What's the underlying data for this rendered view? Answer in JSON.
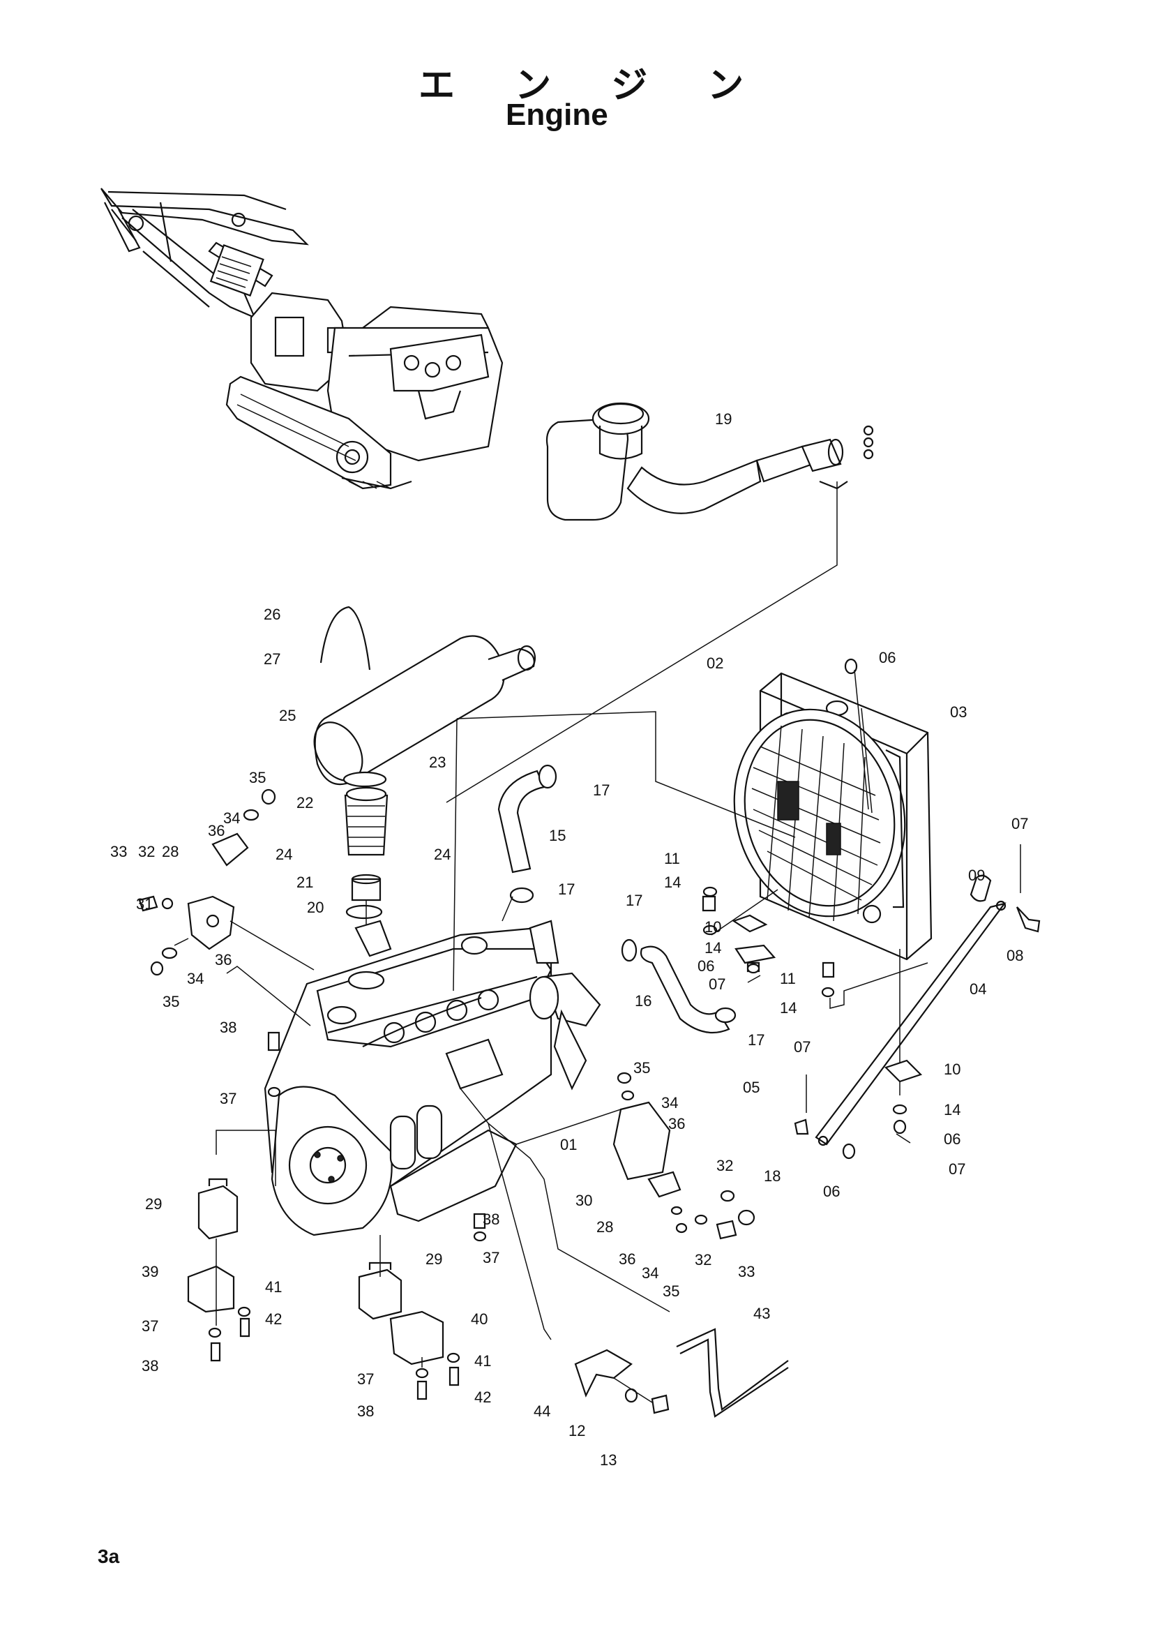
{
  "header": {
    "title_jp": "エ ン ジ ン",
    "title_en": "Engine"
  },
  "footer": {
    "page_number": "3a"
  },
  "callouts": [
    {
      "id": "c19a",
      "text": "19"
    },
    {
      "id": "c26",
      "text": "26"
    },
    {
      "id": "c27",
      "text": "27"
    },
    {
      "id": "c25",
      "text": "25"
    },
    {
      "id": "c23",
      "text": "23"
    },
    {
      "id": "c35a",
      "text": "35"
    },
    {
      "id": "c22",
      "text": "22"
    },
    {
      "id": "c34a",
      "text": "34"
    },
    {
      "id": "c36a",
      "text": "36"
    },
    {
      "id": "c24a",
      "text": "24"
    },
    {
      "id": "c24b",
      "text": "24"
    },
    {
      "id": "c33a",
      "text": "33"
    },
    {
      "id": "c32a",
      "text": "32"
    },
    {
      "id": "c28a",
      "text": "28"
    },
    {
      "id": "c21",
      "text": "21"
    },
    {
      "id": "c31",
      "text": "31"
    },
    {
      "id": "c20",
      "text": "20"
    },
    {
      "id": "c36b",
      "text": "36"
    },
    {
      "id": "c34b",
      "text": "34"
    },
    {
      "id": "c35b",
      "text": "35"
    },
    {
      "id": "c17a",
      "text": "17"
    },
    {
      "id": "c15",
      "text": "15"
    },
    {
      "id": "c17b",
      "text": "17"
    },
    {
      "id": "c02",
      "text": "02"
    },
    {
      "id": "c06a",
      "text": "06"
    },
    {
      "id": "c03",
      "text": "03"
    },
    {
      "id": "c07a",
      "text": "07"
    },
    {
      "id": "c09",
      "text": "09"
    },
    {
      "id": "c08",
      "text": "08"
    },
    {
      "id": "c11a",
      "text": "11"
    },
    {
      "id": "c14a",
      "text": "14"
    },
    {
      "id": "c10a",
      "text": "10"
    },
    {
      "id": "c14b",
      "text": "14"
    },
    {
      "id": "c06b",
      "text": "06"
    },
    {
      "id": "c07b",
      "text": "07"
    },
    {
      "id": "c11b",
      "text": "11"
    },
    {
      "id": "c14c",
      "text": "14"
    },
    {
      "id": "c04",
      "text": "04"
    },
    {
      "id": "c17c",
      "text": "17"
    },
    {
      "id": "c16",
      "text": "16"
    },
    {
      "id": "c17d",
      "text": "17"
    },
    {
      "id": "c07c",
      "text": "07"
    },
    {
      "id": "c10b",
      "text": "10"
    },
    {
      "id": "c05",
      "text": "05"
    },
    {
      "id": "c14d",
      "text": "14"
    },
    {
      "id": "c06c",
      "text": "06"
    },
    {
      "id": "c07d",
      "text": "07"
    },
    {
      "id": "c06d",
      "text": "06"
    },
    {
      "id": "c38a",
      "text": "38"
    },
    {
      "id": "c37a",
      "text": "37"
    },
    {
      "id": "c35c",
      "text": "35"
    },
    {
      "id": "c34c",
      "text": "34"
    },
    {
      "id": "c36c",
      "text": "36"
    },
    {
      "id": "c01",
      "text": "01"
    },
    {
      "id": "c32b",
      "text": "32"
    },
    {
      "id": "c18",
      "text": "18"
    },
    {
      "id": "c30",
      "text": "30"
    },
    {
      "id": "c28b",
      "text": "28"
    },
    {
      "id": "c36d",
      "text": "36"
    },
    {
      "id": "c34d",
      "text": "34"
    },
    {
      "id": "c32c",
      "text": "32"
    },
    {
      "id": "c33b",
      "text": "33"
    },
    {
      "id": "c35d",
      "text": "35"
    },
    {
      "id": "c29a",
      "text": "29"
    },
    {
      "id": "c38b",
      "text": "38"
    },
    {
      "id": "c37b",
      "text": "37"
    },
    {
      "id": "c39",
      "text": "39"
    },
    {
      "id": "c41a",
      "text": "41"
    },
    {
      "id": "c37c",
      "text": "37"
    },
    {
      "id": "c42a",
      "text": "42"
    },
    {
      "id": "c38c",
      "text": "38"
    },
    {
      "id": "c29b",
      "text": "29"
    },
    {
      "id": "c40",
      "text": "40"
    },
    {
      "id": "c41b",
      "text": "41"
    },
    {
      "id": "c37d",
      "text": "37"
    },
    {
      "id": "c42b",
      "text": "42"
    },
    {
      "id": "c38d",
      "text": "38"
    },
    {
      "id": "c43",
      "text": "43"
    },
    {
      "id": "c44",
      "text": "44"
    },
    {
      "id": "c12",
      "text": "12"
    },
    {
      "id": "c13",
      "text": "13"
    }
  ]
}
